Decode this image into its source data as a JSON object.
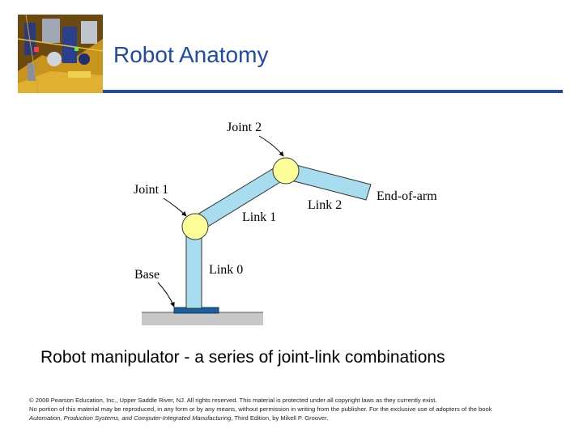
{
  "slide": {
    "title": "Robot Anatomy",
    "caption": "Robot manipulator - a series of joint-link combinations",
    "accent_color": "#1f4aa8",
    "rule_color": "#1f4aa8"
  },
  "diagram": {
    "labels": {
      "joint2": "Joint 2",
      "joint1": "Joint 1",
      "link1": "Link 1",
      "link2": "Link 2",
      "end_of_arm": "End-of-arm",
      "base": "Base",
      "link0": "Link 0"
    },
    "colors": {
      "link_fill": "#a8dcef",
      "joint_fill": "#ffff99",
      "base_plate": "#1a5e9a",
      "floor": "#c8c8c8"
    }
  },
  "footer": {
    "line1": "© 2008 Pearson Education, Inc., Upper Saddle River, NJ. All rights reserved. This material is protected under all copyright laws as they currently exist.",
    "line2": "No portion of this material may be reproduced, in any form or by any means, without permission in writing from the publisher. For the exclusive use of adopters of the book",
    "line3_italic": "Automation, Production Systems, and Computer-Integrated Manufacturing",
    "line3_rest": ", Third Edition, by Mikell P. Groover."
  },
  "icons": {
    "header_photo": "circuit-board-photo-icon"
  }
}
